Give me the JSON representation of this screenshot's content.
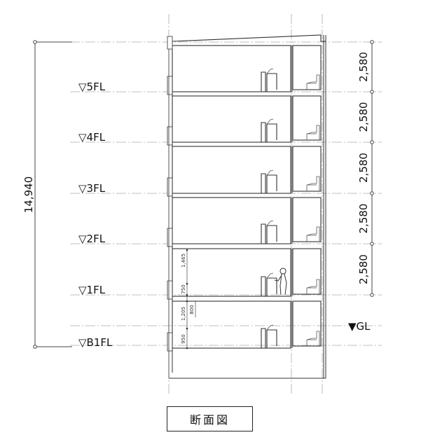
{
  "levels": [
    "▽5FL",
    "▽4FL",
    "▽3FL",
    "▽2FL",
    "▽1FL",
    "▽B1FL"
  ],
  "ground_label": "▼GL",
  "total_height": "14,940",
  "floor_heights": [
    "2,580",
    "2,580",
    "2,580",
    "2,580",
    "2,580"
  ],
  "detail_dims": {
    "upper_1": "1,465",
    "lower_1": "750",
    "upper_b1": "1,205",
    "window_b1": "800",
    "lower_b1": "950"
  },
  "title": "断面図"
}
